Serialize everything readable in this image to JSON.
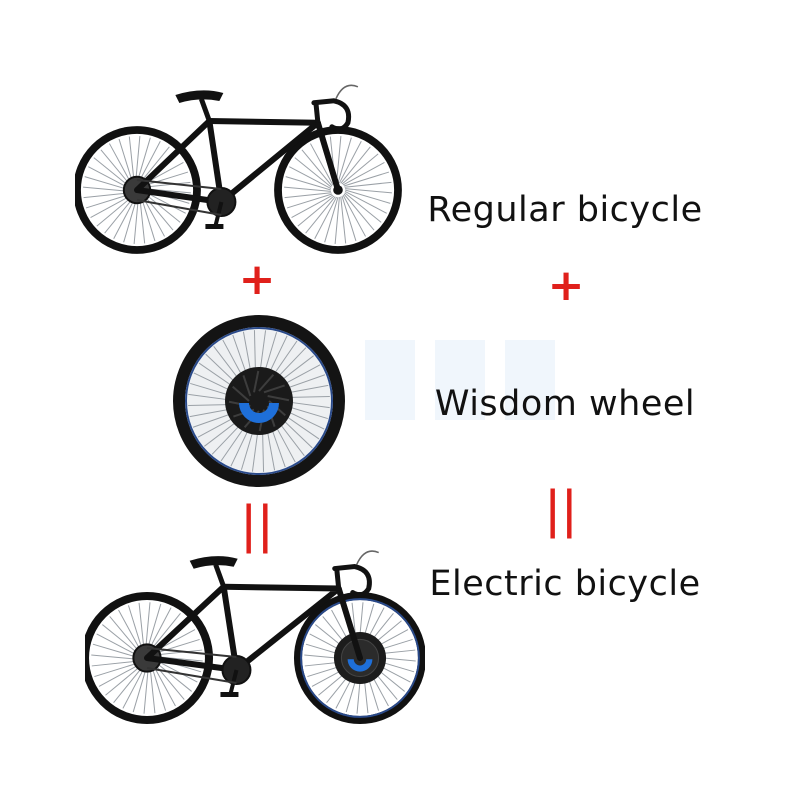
{
  "steps": [
    {
      "label": "Regular bicycle",
      "illustration": "road-bicycle"
    },
    {
      "label": "Wisdom wheel",
      "illustration": "hub-motor-wheel"
    },
    {
      "label": "Electric bicycle",
      "illustration": "electric-road-bicycle"
    }
  ],
  "operators": {
    "plus": "+",
    "equals": "||"
  },
  "colors": {
    "operator": "#e0201b",
    "frame": "#111111",
    "hub_accent": "#1e6fd9",
    "tire_accent": "#2a4a8a"
  }
}
